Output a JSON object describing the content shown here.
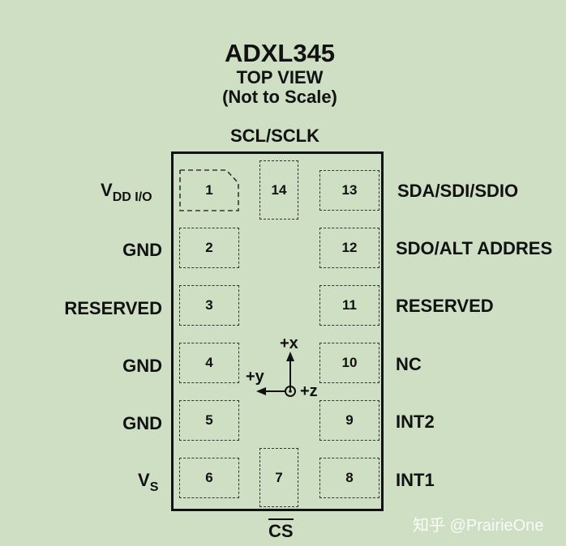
{
  "title": "ADXL345",
  "subtitle_1": "TOP VIEW",
  "subtitle_2": "(Not to Scale)",
  "top_pin_label": "SCL/SCLK",
  "bottom_pin_label": "CS",
  "pins": {
    "p1": "1",
    "p2": "2",
    "p3": "3",
    "p4": "4",
    "p5": "5",
    "p6": "6",
    "p7": "7",
    "p8": "8",
    "p9": "9",
    "p10": "10",
    "p11": "11",
    "p12": "12",
    "p13": "13",
    "p14": "14"
  },
  "left_labels": {
    "vdd_main": "V",
    "vdd_sub": "DD I/O",
    "gnd_2": "GND",
    "reserved_3": "RESERVED",
    "gnd_4": "GND",
    "gnd_5": "GND",
    "vs_main": "V",
    "vs_sub": "S"
  },
  "right_labels": {
    "sda": "SDA/SDI/SDIO",
    "sdo": "SDO/ALT ADDRES",
    "reserved_11": "RESERVED",
    "nc": "NC",
    "int2": "INT2",
    "int1": "INT1"
  },
  "axes": {
    "x": "+x",
    "y": "+y",
    "z": "+z"
  },
  "watermark": "知乎 @PrairieOne"
}
